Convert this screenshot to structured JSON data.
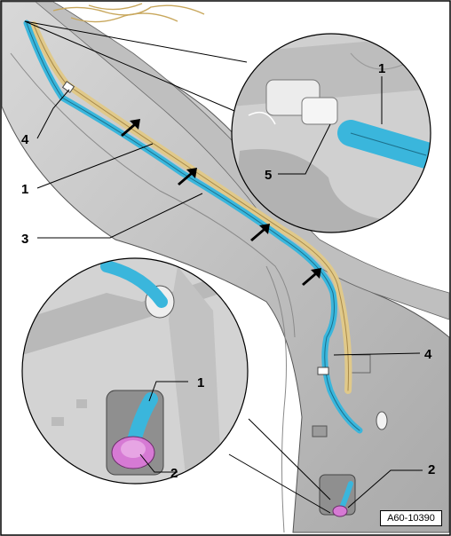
{
  "figure": {
    "reference_code": "A60-10390",
    "callouts": {
      "c1_top": "1",
      "c5": "5",
      "c4_left": "4",
      "c1_left": "1",
      "c3": "3",
      "c4_right": "4",
      "c1_inset": "1",
      "c2_inset": "2",
      "c2_right": "2"
    },
    "arrow_count": 4,
    "colors": {
      "hose_blue": "#3ab6dc",
      "hose_tan": "#e0c98a",
      "connector_pink": "#d67ad4",
      "body_gray": "#c9c9c9",
      "border": "#000000"
    }
  }
}
